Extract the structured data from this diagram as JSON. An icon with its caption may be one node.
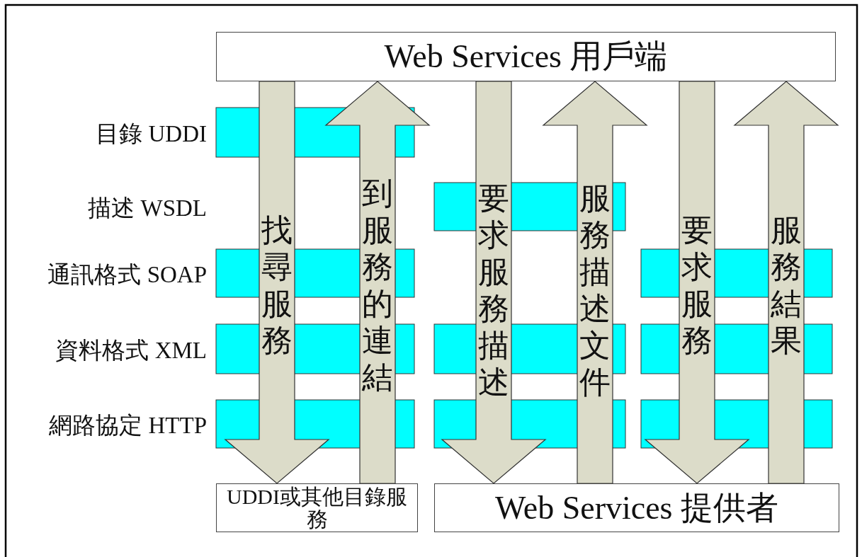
{
  "diagram": {
    "nodes": [
      {
        "text": [
          "Web Services 用戶端"
        ]
      },
      {
        "text": [
          "UDDI或其他目錄服務"
        ]
      },
      {
        "text": [
          "Web Services 提供者"
        ]
      }
    ],
    "edges": [
      {
        "from": 0,
        "to": 1,
        "arrow": "to",
        "label": "找尋服務"
      },
      {
        "from": 1,
        "to": 0,
        "arrow": "to",
        "label": "到服務的連結"
      },
      {
        "from": 0,
        "to": 2,
        "arrow": "to",
        "label": "要求服務描述"
      },
      {
        "from": 2,
        "to": 0,
        "arrow": "to",
        "label": "服務描述文件"
      },
      {
        "from": 0,
        "to": 2,
        "arrow": "to",
        "label": "要求服務"
      },
      {
        "from": 2,
        "to": 0,
        "arrow": "to",
        "label": "服務結果"
      }
    ],
    "labels": [
      "目錄 UDDI",
      "描述 WSDL",
      "通訊格式 SOAP",
      "資料格式 XML",
      "網路協定 HTTP"
    ]
  }
}
